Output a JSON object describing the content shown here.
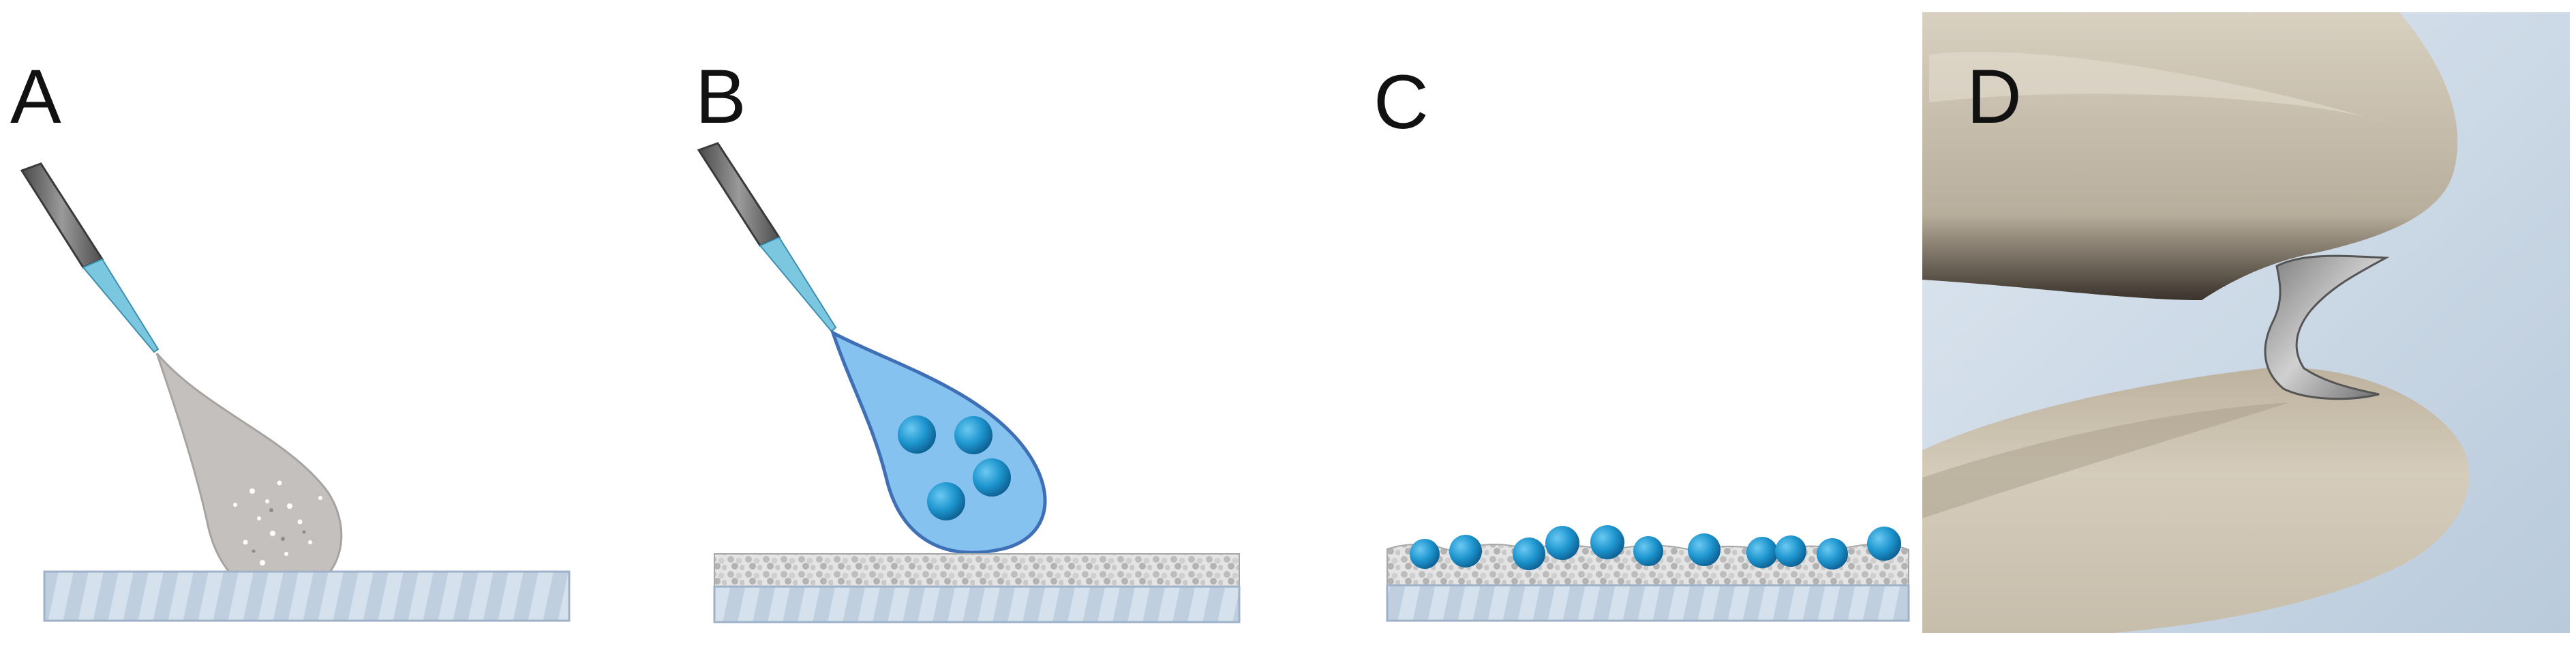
{
  "panels": [
    {
      "label": "A"
    },
    {
      "label": "B"
    },
    {
      "label": "C"
    },
    {
      "label": "D"
    }
  ],
  "colors": {
    "needle_body": "#6b6b6b",
    "needle_tip": "#7cc7e0",
    "grey_drop": "#c3c0bd",
    "blue_drop": "#86c2ef",
    "blue_drop_edge": "#3f6fb5",
    "bead": "#1e96cf",
    "bead_dark": "#0f6aa0",
    "substrate_top": "#b7c7da",
    "substrate_stripe": "#cfdbea",
    "coating": "#d9d9d9",
    "photo_background": "#c9d7e6",
    "finger": "#c7bfae"
  }
}
